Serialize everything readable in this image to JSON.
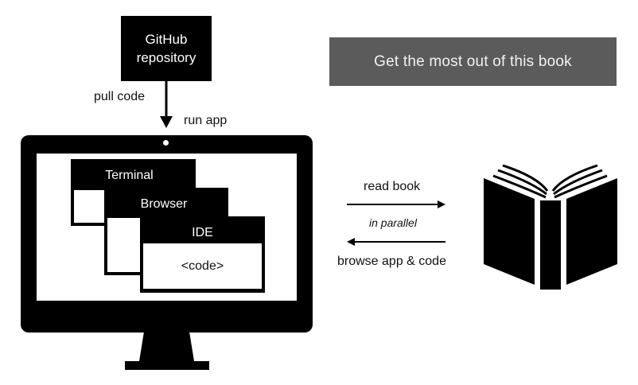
{
  "repo": {
    "line1": "GitHub",
    "line2": "repository"
  },
  "labels": {
    "pull_code": "pull code",
    "run_app": "run app",
    "read_book": "read book",
    "in_parallel": "in parallel",
    "browse_app_code": "browse app & code"
  },
  "banner": {
    "text": "Get the most out of this book"
  },
  "windows": {
    "terminal": "Terminal",
    "browser": "Browser",
    "ide": "IDE",
    "code": "<code>"
  },
  "icons": {
    "book": "open-book-icon",
    "monitor": "desktop-monitor-icon"
  },
  "colors": {
    "banner_bg": "#5b5b5b",
    "banner_text": "#f2f2f2",
    "ink": "#000000",
    "background": "#ffffff"
  }
}
